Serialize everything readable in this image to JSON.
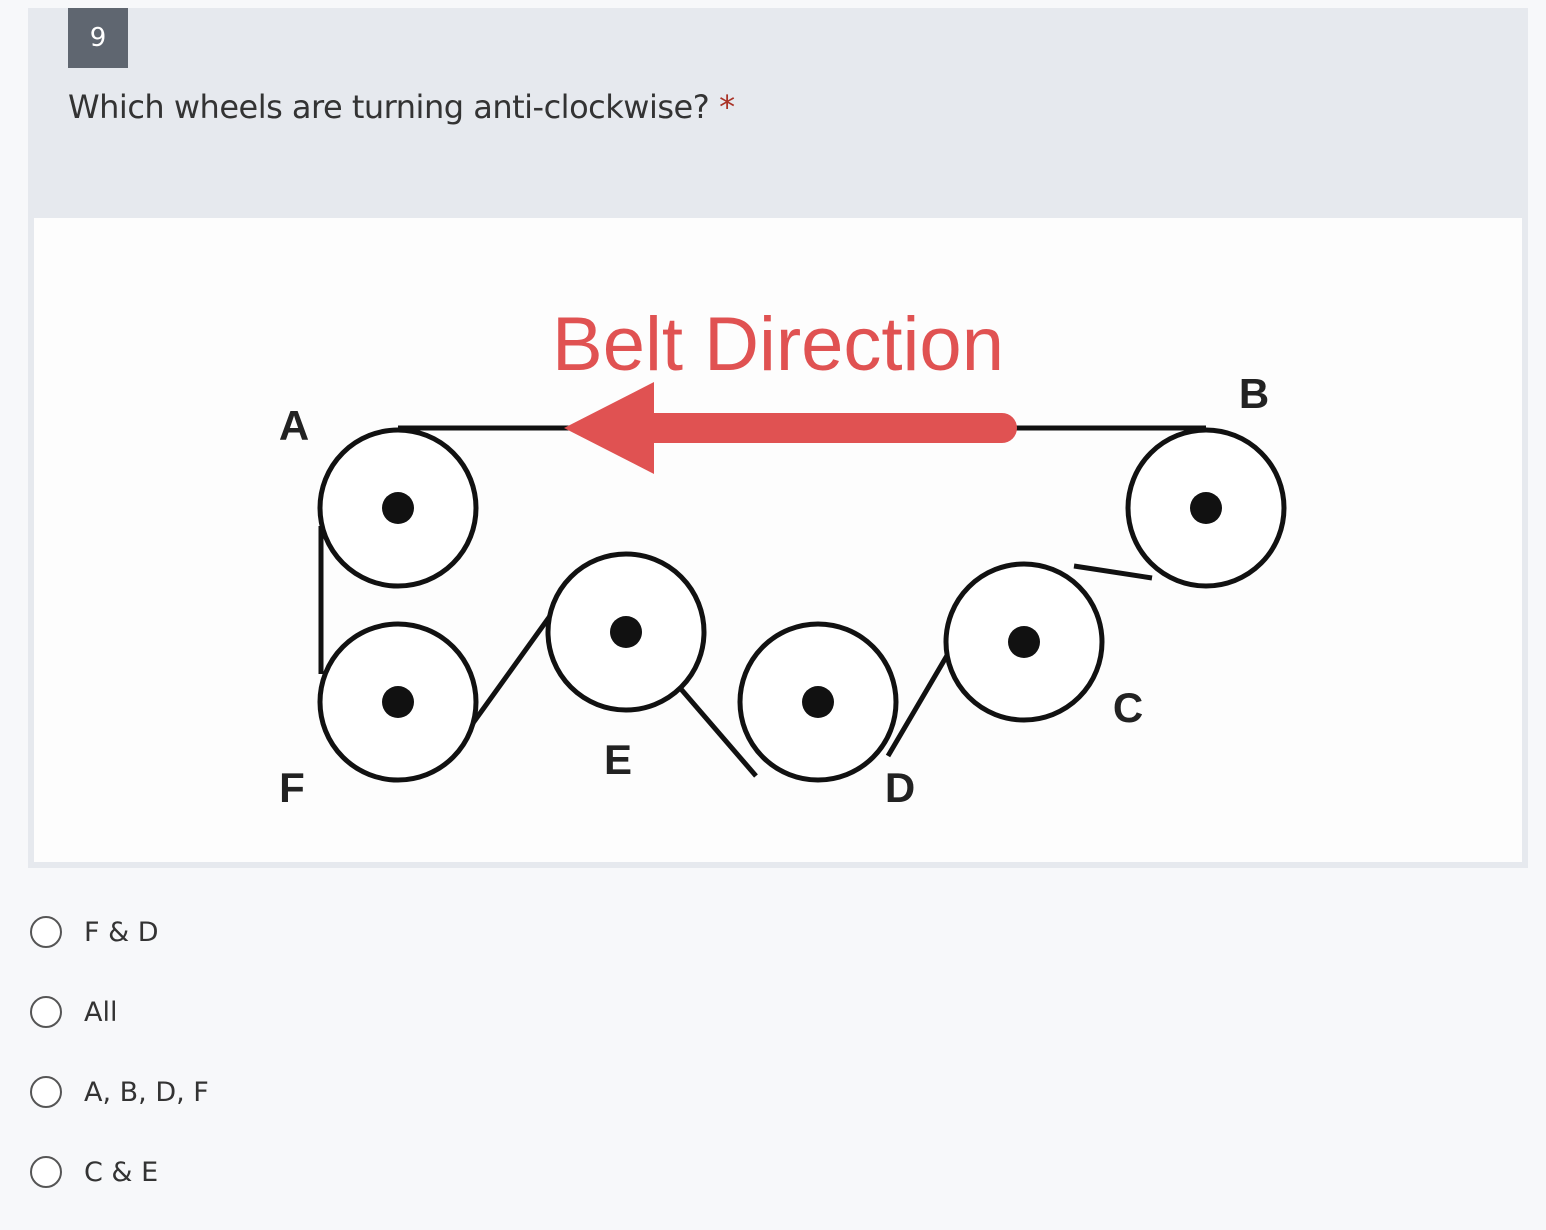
{
  "question": {
    "number": "9",
    "text": "Which wheels are turning anti-clockwise?",
    "required_marker": "*"
  },
  "diagram": {
    "title": "Belt Direction",
    "wheel_labels": {
      "a": "A",
      "b": "B",
      "c": "C",
      "d": "D",
      "e": "E",
      "f": "F"
    },
    "arrow_color": "#e05252"
  },
  "options": [
    {
      "label": "F & D"
    },
    {
      "label": "All"
    },
    {
      "label": "A, B, D, F"
    },
    {
      "label": "C & E"
    }
  ]
}
